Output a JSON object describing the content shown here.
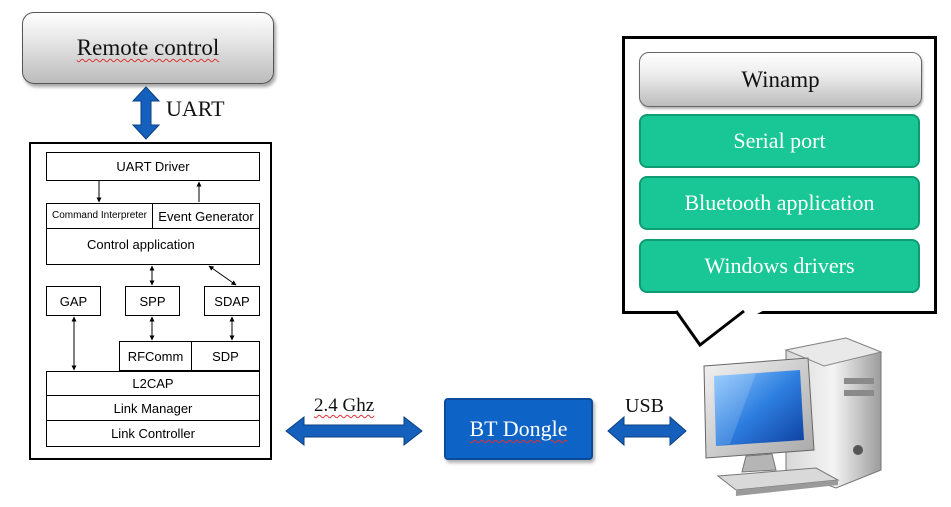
{
  "remote": {
    "label": "Remote control"
  },
  "links": {
    "uart": "UART",
    "rf": "2.4 Ghz",
    "usb": "USB"
  },
  "stack": {
    "uart_driver": "UART Driver",
    "command_interpreter": "Command Interpreter",
    "event_generator": "Event Generator",
    "control_application": "Control application",
    "gap": "GAP",
    "spp": "SPP",
    "sdap": "SDAP",
    "rfcomm": "RFComm",
    "sdp": "SDP",
    "l2cap": "L2CAP",
    "link_manager": "Link Manager",
    "link_controller": "Link Controller"
  },
  "dongle": {
    "label": "BT Dongle"
  },
  "pc": {
    "winamp": "Winamp",
    "serial_port": "Serial port",
    "bluetooth_application": "Bluetooth application",
    "windows_drivers": "Windows drivers"
  },
  "colors": {
    "accent_blue": "#0e63c6",
    "accent_green": "#18c795",
    "arrow_blue": "#1560bd"
  },
  "icons": [
    "desktop-computer-icon"
  ]
}
